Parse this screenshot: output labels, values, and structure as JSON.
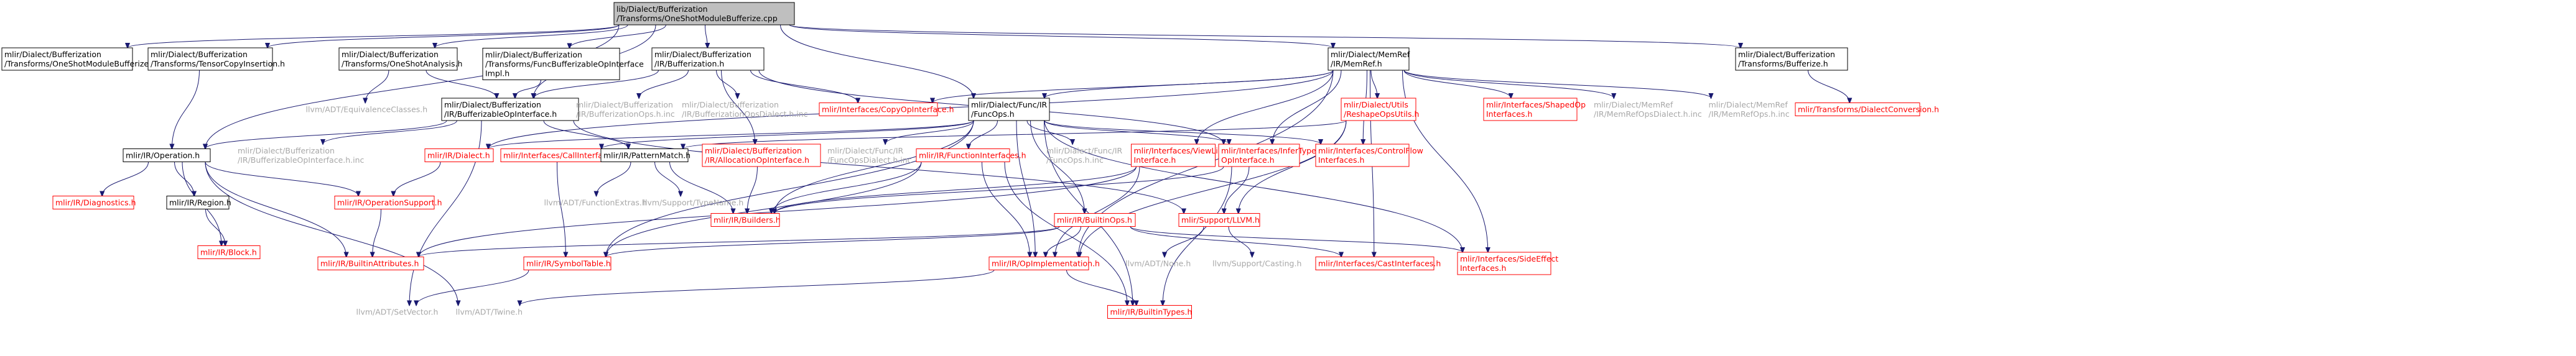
{
  "graph": {
    "root": "lib/Dialect/Bufferization/Transforms/OneShotModuleBufferize.cpp",
    "nodes": [
      {
        "id": "root",
        "lines": [
          "lib/Dialect/Bufferization",
          "/Transforms/OneShotModuleBufferize.cpp"
        ],
        "kind": "root"
      },
      {
        "id": "hOneShotModule",
        "lines": [
          "mlir/Dialect/Bufferization",
          "/Transforms/OneShotModuleBufferize.h"
        ],
        "kind": "doc"
      },
      {
        "id": "hTensorCopy",
        "lines": [
          "mlir/Dialect/Bufferization",
          "/Transforms/TensorCopyInsertion.h"
        ],
        "kind": "doc"
      },
      {
        "id": "hOneShotAnalysis",
        "lines": [
          "mlir/Dialect/Bufferization",
          "/Transforms/OneShotAnalysis.h"
        ],
        "kind": "doc"
      },
      {
        "id": "hFuncBufImpl",
        "lines": [
          "mlir/Dialect/Bufferization",
          "/Transforms/FuncBufferizableOpInterface",
          "Impl.h"
        ],
        "kind": "doc"
      },
      {
        "id": "hBufferization",
        "lines": [
          "mlir/Dialect/Bufferization",
          "/IR/Bufferization.h"
        ],
        "kind": "doc"
      },
      {
        "id": "hMemRef",
        "lines": [
          "mlir/Dialect/MemRef",
          "/IR/MemRef.h"
        ],
        "kind": "doc"
      },
      {
        "id": "hBufferize",
        "lines": [
          "mlir/Dialect/Bufferization",
          "/Transforms/Bufferize.h"
        ],
        "kind": "doc"
      },
      {
        "id": "hEquivClasses",
        "lines": [
          "llvm/ADT/EquivalenceClasses.h"
        ],
        "kind": "plain"
      },
      {
        "id": "hBufOpInterface",
        "lines": [
          "mlir/Dialect/Bufferization",
          "/IR/BufferizableOpInterface.h"
        ],
        "kind": "doc"
      },
      {
        "id": "hBufOpsInc",
        "lines": [
          "mlir/Dialect/Bufferization",
          "/IR/BufferizationOps.h.inc"
        ],
        "kind": "plain"
      },
      {
        "id": "hBufOpsDialectInc",
        "lines": [
          "mlir/Dialect/Bufferization",
          "/IR/BufferizationOpsDialect.h.inc"
        ],
        "kind": "plain"
      },
      {
        "id": "hCopyOpInterface",
        "lines": [
          "mlir/Interfaces/CopyOpInterface.h"
        ],
        "kind": "trunc"
      },
      {
        "id": "hFuncOps",
        "lines": [
          "mlir/Dialect/Func/IR",
          "/FuncOps.h"
        ],
        "kind": "doc"
      },
      {
        "id": "hReshapeOpsUtils",
        "lines": [
          "mlir/Dialect/Utils",
          "/ReshapeOpsUtils.h"
        ],
        "kind": "trunc"
      },
      {
        "id": "hShapedOp",
        "lines": [
          "mlir/Interfaces/ShapedOp",
          "Interfaces.h"
        ],
        "kind": "trunc"
      },
      {
        "id": "hMemRefOpsDialectInc",
        "lines": [
          "mlir/Dialect/MemRef",
          "/IR/MemRefOpsDialect.h.inc"
        ],
        "kind": "plain"
      },
      {
        "id": "hMemRefOpsInc",
        "lines": [
          "mlir/Dialect/MemRef",
          "/IR/MemRefOps.h.inc"
        ],
        "kind": "plain"
      },
      {
        "id": "hDialectConversion",
        "lines": [
          "mlir/Transforms/DialectConversion.h"
        ],
        "kind": "trunc"
      },
      {
        "id": "hOperation",
        "lines": [
          "mlir/IR/Operation.h"
        ],
        "kind": "doc"
      },
      {
        "id": "hBufOpInterfaceInc",
        "lines": [
          "mlir/Dialect/Bufferization",
          "/IR/BufferizableOpInterface.h.inc"
        ],
        "kind": "plain"
      },
      {
        "id": "hDialect",
        "lines": [
          "mlir/IR/Dialect.h"
        ],
        "kind": "trunc"
      },
      {
        "id": "hCallInterfaces",
        "lines": [
          "mlir/Interfaces/CallInterfaces.h"
        ],
        "kind": "trunc"
      },
      {
        "id": "hPatternMatch",
        "lines": [
          "mlir/IR/PatternMatch.h"
        ],
        "kind": "doc"
      },
      {
        "id": "hAllocationOpInterface",
        "lines": [
          "mlir/Dialect/Bufferization",
          "/IR/AllocationOpInterface.h"
        ],
        "kind": "trunc"
      },
      {
        "id": "hFuncOpsDialectInc",
        "lines": [
          "mlir/Dialect/Func/IR",
          "/FuncOpsDialect.h.inc"
        ],
        "kind": "plain"
      },
      {
        "id": "hFunctionInterfaces",
        "lines": [
          "mlir/IR/FunctionInterfaces.h"
        ],
        "kind": "trunc"
      },
      {
        "id": "hFuncOpsInc",
        "lines": [
          "mlir/Dialect/Func/IR",
          "/FuncOps.h.inc"
        ],
        "kind": "plain"
      },
      {
        "id": "hViewLike",
        "lines": [
          "mlir/Interfaces/ViewLike",
          "Interface.h"
        ],
        "kind": "trunc"
      },
      {
        "id": "hInferType",
        "lines": [
          "mlir/Interfaces/InferType",
          "OpInterface.h"
        ],
        "kind": "trunc"
      },
      {
        "id": "hControlFlow",
        "lines": [
          "mlir/Interfaces/ControlFlow",
          "Interfaces.h"
        ],
        "kind": "trunc"
      },
      {
        "id": "hDiagnostics",
        "lines": [
          "mlir/IR/Diagnostics.h"
        ],
        "kind": "trunc"
      },
      {
        "id": "hRegion",
        "lines": [
          "mlir/IR/Region.h"
        ],
        "kind": "doc"
      },
      {
        "id": "hOperationSupport",
        "lines": [
          "mlir/IR/OperationSupport.h"
        ],
        "kind": "trunc"
      },
      {
        "id": "hFunctionExtras",
        "lines": [
          "llvm/ADT/FunctionExtras.h"
        ],
        "kind": "plain"
      },
      {
        "id": "hTypeName",
        "lines": [
          "llvm/Support/TypeName.h"
        ],
        "kind": "plain"
      },
      {
        "id": "hBuilders",
        "lines": [
          "mlir/IR/Builders.h"
        ],
        "kind": "trunc"
      },
      {
        "id": "hBuiltinOps",
        "lines": [
          "mlir/IR/BuiltinOps.h"
        ],
        "kind": "trunc"
      },
      {
        "id": "hSupportLLVM",
        "lines": [
          "mlir/Support/LLVM.h"
        ],
        "kind": "trunc"
      },
      {
        "id": "hBlock",
        "lines": [
          "mlir/IR/Block.h"
        ],
        "kind": "trunc"
      },
      {
        "id": "hBuiltinAttributes",
        "lines": [
          "mlir/IR/BuiltinAttributes.h"
        ],
        "kind": "trunc"
      },
      {
        "id": "hSymbolTable",
        "lines": [
          "mlir/IR/SymbolTable.h"
        ],
        "kind": "trunc"
      },
      {
        "id": "hOpImplementation",
        "lines": [
          "mlir/IR/OpImplementation.h"
        ],
        "kind": "trunc"
      },
      {
        "id": "hADTNone",
        "lines": [
          "llvm/ADT/None.h"
        ],
        "kind": "plain"
      },
      {
        "id": "hCasting",
        "lines": [
          "llvm/Support/Casting.h"
        ],
        "kind": "plain"
      },
      {
        "id": "hCastInterfaces",
        "lines": [
          "mlir/Interfaces/CastInterfaces.h"
        ],
        "kind": "trunc"
      },
      {
        "id": "hSideEffect",
        "lines": [
          "mlir/Interfaces/SideEffect",
          "Interfaces.h"
        ],
        "kind": "trunc"
      },
      {
        "id": "hSetVector",
        "lines": [
          "llvm/ADT/SetVector.h"
        ],
        "kind": "plain"
      },
      {
        "id": "hTwine",
        "lines": [
          "llvm/ADT/Twine.h"
        ],
        "kind": "plain"
      },
      {
        "id": "hBuiltinTypes",
        "lines": [
          "mlir/IR/BuiltinTypes.h"
        ],
        "kind": "trunc"
      }
    ],
    "edges": [
      [
        "root",
        "hOneShotModule"
      ],
      [
        "root",
        "hTensorCopy"
      ],
      [
        "root",
        "hOneShotAnalysis"
      ],
      [
        "root",
        "hFuncBufImpl"
      ],
      [
        "root",
        "hBufferization"
      ],
      [
        "root",
        "hBufOpInterface"
      ],
      [
        "root",
        "hFuncOps"
      ],
      [
        "root",
        "hMemRef"
      ],
      [
        "root",
        "hBufferize"
      ],
      [
        "root",
        "hOperation"
      ],
      [
        "hTensorCopy",
        "hOperation"
      ],
      [
        "hOneShotAnalysis",
        "hBufOpInterface"
      ],
      [
        "hOneShotAnalysis",
        "hEquivClasses"
      ],
      [
        "hFuncBufImpl",
        "hBufOpInterface"
      ],
      [
        "hBufferization",
        "hBufOpInterface"
      ],
      [
        "hBufferization",
        "hBufOpsInc"
      ],
      [
        "hBufferization",
        "hBufOpsDialectInc"
      ],
      [
        "hBufferization",
        "hCopyOpInterface"
      ],
      [
        "hBufferization",
        "hAllocationOpInterface"
      ],
      [
        "hBufferization",
        "hInferType"
      ],
      [
        "hBufOpInterface",
        "hOperation"
      ],
      [
        "hBufOpInterface",
        "hBufOpInterfaceInc"
      ],
      [
        "hBufOpInterface",
        "hPatternMatch"
      ],
      [
        "hBufOpInterface",
        "hSetVector"
      ],
      [
        "hBufOpInterface",
        "hSupportLLVM"
      ],
      [
        "hBufferize",
        "hDialectConversion"
      ],
      [
        "hMemRef",
        "hFuncOps"
      ],
      [
        "hMemRef",
        "hReshapeOpsUtils"
      ],
      [
        "hMemRef",
        "hShapedOp"
      ],
      [
        "hMemRef",
        "hMemRefOpsDialectInc"
      ],
      [
        "hMemRef",
        "hMemRefOpsInc"
      ],
      [
        "hMemRef",
        "hCopyOpInterface"
      ],
      [
        "hMemRef",
        "hViewLike"
      ],
      [
        "hMemRef",
        "hInferType"
      ],
      [
        "hMemRef",
        "hControlFlow"
      ],
      [
        "hMemRef",
        "hCastInterfaces"
      ],
      [
        "hMemRef",
        "hSideEffect"
      ],
      [
        "hMemRef",
        "hDialect"
      ],
      [
        "hMemRef",
        "hOpImplementation"
      ],
      [
        "hFuncOps",
        "hDialect"
      ],
      [
        "hFuncOps",
        "hCallInterfaces"
      ],
      [
        "hFuncOps",
        "hFuncOpsDialectInc"
      ],
      [
        "hFuncOps",
        "hFunctionInterfaces"
      ],
      [
        "hFuncOps",
        "hFuncOpsInc"
      ],
      [
        "hFuncOps",
        "hInferType"
      ],
      [
        "hFuncOps",
        "hControlFlow"
      ],
      [
        "hFuncOps",
        "hSideEffect"
      ],
      [
        "hFuncOps",
        "hBuilders"
      ],
      [
        "hFuncOps",
        "hBuiltinTypes"
      ],
      [
        "hFuncOps",
        "hSymbolTable"
      ],
      [
        "hFuncOps",
        "hOpImplementation"
      ],
      [
        "hFuncOps",
        "hBuiltinOps"
      ],
      [
        "hReshapeOpsUtils",
        "hPatternMatch"
      ],
      [
        "hReshapeOpsUtils",
        "hSupportLLVM"
      ],
      [
        "hReshapeOpsUtils",
        "hOpImplementation"
      ],
      [
        "hOperation",
        "hDiagnostics"
      ],
      [
        "hOperation",
        "hRegion"
      ],
      [
        "hOperation",
        "hOperationSupport"
      ],
      [
        "hOperation",
        "hBlock"
      ],
      [
        "hOperation",
        "hBuiltinAttributes"
      ],
      [
        "hOperation",
        "hTwine"
      ],
      [
        "hRegion",
        "hBlock"
      ],
      [
        "hDialect",
        "hOperationSupport"
      ],
      [
        "hOperationSupport",
        "hBuiltinAttributes"
      ],
      [
        "hCallInterfaces",
        "hSymbolTable"
      ],
      [
        "hPatternMatch",
        "hFunctionExtras"
      ],
      [
        "hPatternMatch",
        "hTypeName"
      ],
      [
        "hPatternMatch",
        "hBuilders"
      ],
      [
        "hAllocationOpInterface",
        "hBuilders"
      ],
      [
        "hFunctionInterfaces",
        "hBuilders"
      ],
      [
        "hFunctionInterfaces",
        "hSymbolTable"
      ],
      [
        "hFunctionInterfaces",
        "hOpImplementation"
      ],
      [
        "hFunctionInterfaces",
        "hBuiltinTypes"
      ],
      [
        "hViewLike",
        "hBuilders"
      ],
      [
        "hViewLike",
        "hBuiltinAttributes"
      ],
      [
        "hViewLike",
        "hOpImplementation"
      ],
      [
        "hInferType",
        "hBuilders"
      ],
      [
        "hInferType",
        "hSupportLLVM"
      ],
      [
        "hInferType",
        "hBuiltinTypes"
      ],
      [
        "hBuiltinOps",
        "hBuiltinAttributes"
      ],
      [
        "hBuiltinOps",
        "hOpImplementation"
      ],
      [
        "hBuiltinOps",
        "hSymbolTable"
      ],
      [
        "hBuiltinOps",
        "hCastInterfaces"
      ],
      [
        "hBuiltinOps",
        "hSideEffect"
      ],
      [
        "hSupportLLVM",
        "hADTNone"
      ],
      [
        "hSupportLLVM",
        "hCasting"
      ],
      [
        "hSymbolTable",
        "hSetVector"
      ],
      [
        "hOpImplementation",
        "hBuiltinTypes"
      ],
      [
        "hOpImplementation",
        "hTwine"
      ]
    ]
  }
}
